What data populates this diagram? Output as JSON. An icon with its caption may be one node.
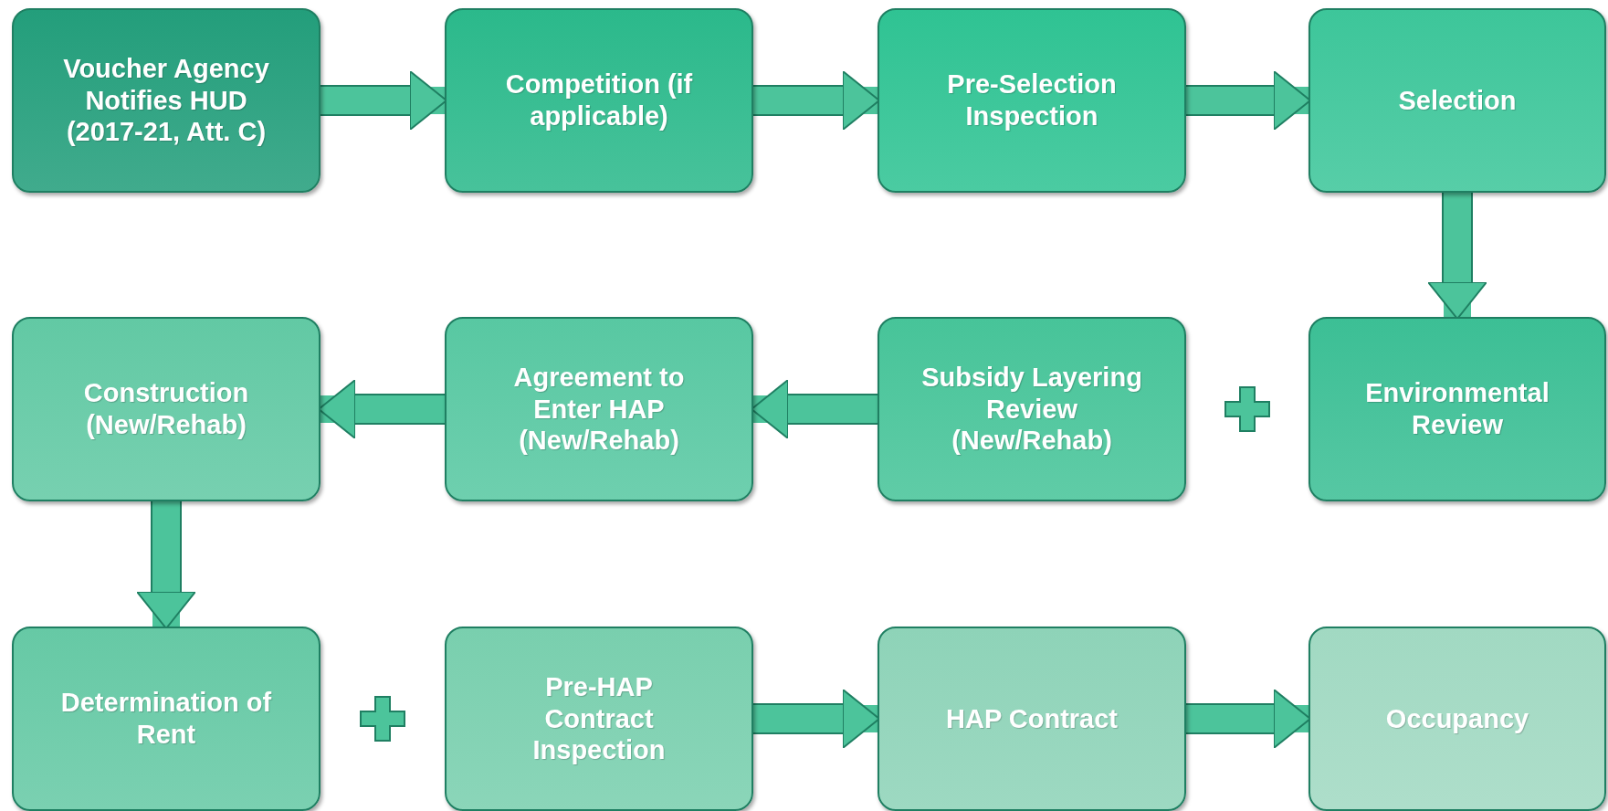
{
  "diagram": {
    "nodes": [
      {
        "text": [
          "Voucher Agency Notifies HUD (2017-21, Att. C)"
        ]
      },
      {
        "text": [
          "Competition (if applicable)"
        ]
      },
      {
        "text": [
          "Pre-Selection Inspection"
        ]
      },
      {
        "text": [
          "Selection"
        ]
      },
      {
        "text": [
          "Environmental Review"
        ]
      },
      {
        "text": [
          "Subsidy Layering Review (New/Rehab)"
        ]
      },
      {
        "text": [
          "Agreement to Enter HAP (New/Rehab)"
        ]
      },
      {
        "text": [
          "Construction (New/Rehab)"
        ]
      },
      {
        "text": [
          "Determination of Rent"
        ]
      },
      {
        "text": [
          "Pre-HAP Contract Inspection"
        ]
      },
      {
        "text": [
          "HAP Contract"
        ]
      },
      {
        "text": [
          "Occupancy"
        ]
      }
    ],
    "edges": [
      {
        "from": 0,
        "to": 1,
        "arrow": "to"
      },
      {
        "from": 1,
        "to": 2,
        "arrow": "to"
      },
      {
        "from": 2,
        "to": 3,
        "arrow": "to"
      },
      {
        "from": 3,
        "to": 4,
        "arrow": "to"
      },
      {
        "from": 5,
        "to": 6,
        "arrow": "to"
      },
      {
        "from": 6,
        "to": 7,
        "arrow": "to"
      },
      {
        "from": 7,
        "to": 8,
        "arrow": "to"
      },
      {
        "from": 9,
        "to": 10,
        "arrow": "to"
      },
      {
        "from": 10,
        "to": 11,
        "arrow": "to"
      }
    ]
  }
}
